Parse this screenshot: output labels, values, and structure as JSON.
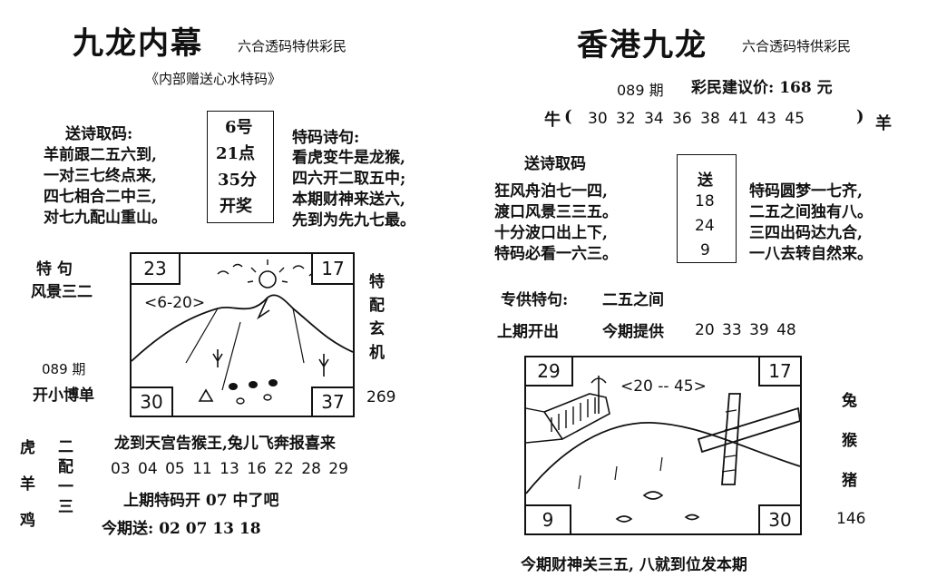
{
  "left": {
    "title": "九龙内幕",
    "subtitle": "六合透码特供彩民",
    "tagline": "《内部赠送心水特码》",
    "poem_a_label": "送诗取码:",
    "poem_a": [
      "羊前跟二五六到,",
      "一对三七终点来,",
      "四七相合二中三,",
      "对七九配山重山。"
    ],
    "box": [
      "6号",
      "21点",
      "35分",
      "开奖"
    ],
    "poem_b_label": "特码诗句:",
    "poem_b": [
      "看虎变牛是龙猴,",
      "四六开二取五中;",
      "本期财神来送六,",
      "先到为先九七最。"
    ],
    "te_ju_label": "特   句",
    "te_ju_value": "风景三二",
    "issue": "089 期",
    "issue_note": "开小博单",
    "picture": {
      "corner_tl": "23",
      "corner_tr": "17",
      "corner_bl": "30",
      "corner_br": "37",
      "scribble": "<6-20>"
    },
    "side_vertical": [
      "特",
      "配",
      "玄",
      "机"
    ],
    "side_number": "269",
    "zodiac_col": [
      "虎",
      "羊",
      "鸡"
    ],
    "pair_col": [
      "二",
      "配",
      "一",
      "三"
    ],
    "bottom_line1": "龙到天宫告猴王,兔儿飞奔报喜来",
    "bottom_numbers": "03 04 05 11 13 16 22 28 29",
    "bottom_line3": "上期特码开 07 中了吧",
    "bottom_line4": "今期送: 02 07 13 18"
  },
  "right": {
    "title": "香港九龙",
    "subtitle": "六合透码特供彩民",
    "issue": "089 期",
    "price": "彩民建议价: 168 元",
    "ox_label": "牛",
    "ox_open": "(",
    "ox_numbers": "30 32 34 36 38 41 43 45",
    "ox_close": ")",
    "goat_label": "羊",
    "poem_a_label": "送诗取码",
    "poem_a": [
      "狂风舟泊七一四,",
      "渡口风景三三五。",
      "十分波口出上下,",
      "特码必看一六三。"
    ],
    "box": [
      "送",
      "18",
      "24",
      "9"
    ],
    "poem_b": [
      "特码圆梦一七齐,",
      "二五之间独有八。",
      "三四出码达九合,",
      "一八去转自然来。"
    ],
    "special_label": "专供特句:",
    "special_value": "二五之间",
    "last_open": "上期开出",
    "this_offer_label": "今期提供",
    "this_offer_numbers": "20 33 39 48",
    "picture": {
      "corner_tl": "29",
      "corner_tr": "17",
      "corner_bl": "9",
      "corner_br": "30",
      "scribble": "<20 -- 45>"
    },
    "side_vertical": [
      "兔",
      "猴",
      "猪"
    ],
    "side_number": "146",
    "bottom_line": "今期财神关三五, 八就到位发本期"
  }
}
